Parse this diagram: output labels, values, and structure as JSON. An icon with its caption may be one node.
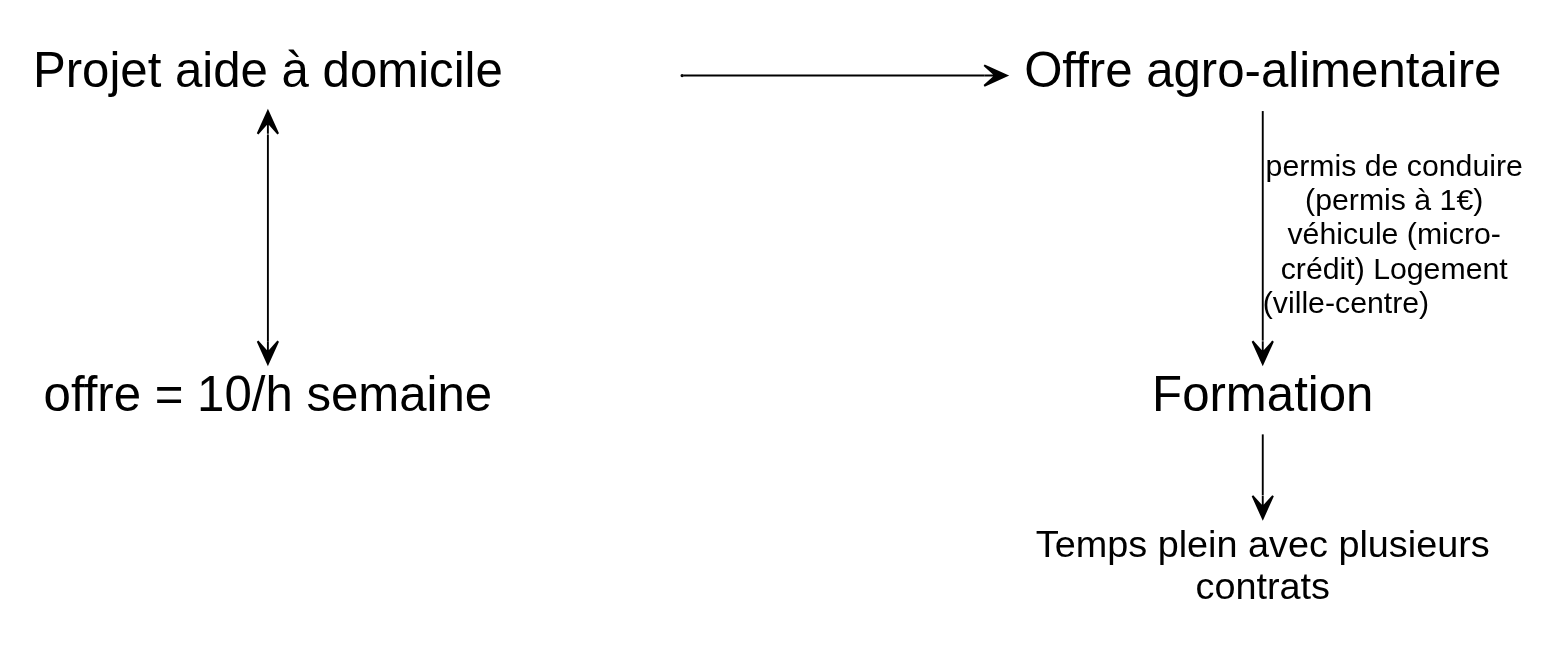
{
  "diagram": {
    "nodes": [
      {
        "text": [
          "Projet aide à domicile"
        ]
      },
      {
        "text": [
          "offre = 10/h semaine"
        ]
      },
      {
        "text": [
          "Offre agro-alimentaire"
        ]
      },
      {
        "text": [
          "Formation"
        ]
      },
      {
        "text": [
          "Temps plein avec plusieurs contrats"
        ]
      }
    ],
    "edges": [
      {
        "from": 0,
        "to": 1,
        "arrow": "both"
      },
      {
        "from": null,
        "to": 2,
        "arrow": "to"
      },
      {
        "from": 2,
        "to": 3,
        "arrow": "to",
        "label": "permis de conduire (permis à 1€) véhicule (micro-crédit) Logement (ville-centre)"
      },
      {
        "from": 3,
        "to": 4,
        "arrow": "to"
      }
    ]
  }
}
